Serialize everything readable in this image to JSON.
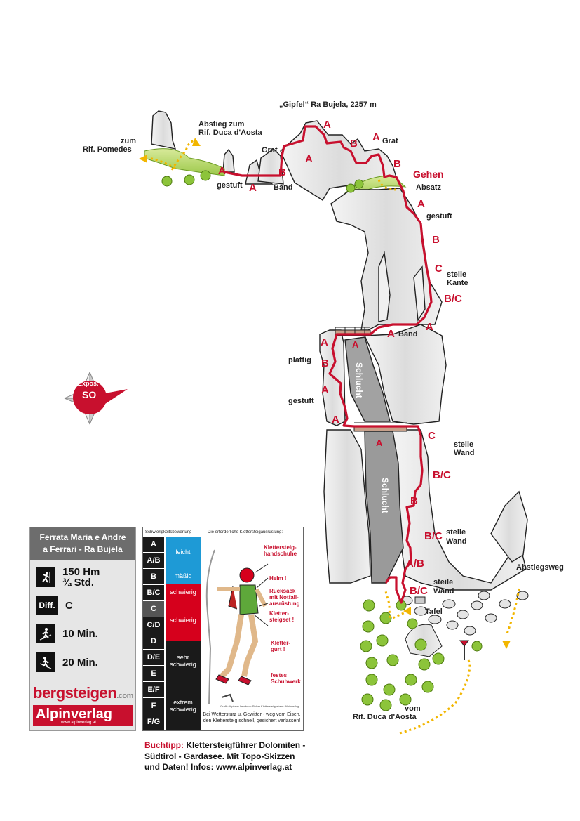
{
  "labels": {
    "gipfel": "„Gipfel“ Ra Bujela, 2257 m",
    "abstieg_top": "Abstieg zum",
    "abstieg_top2": "Rif. Duca d'Aosta",
    "zum": "zum",
    "pomedes": "Rif. Pomedes",
    "grat1": "Grat",
    "grat2": "Grat",
    "gestuft1": "gestuft",
    "band1": "Band",
    "gehen": "Gehen",
    "absatz": "Absatz",
    "gestuft2": "gestuft",
    "steile": "steile",
    "kante": "Kante",
    "band2": "Band",
    "plattig": "plattig",
    "gestuft3": "gestuft",
    "steile_wand1": "steile",
    "wand1": "Wand",
    "steile_wand2": "steile",
    "wand2": "Wand",
    "steile_wand3": "steile",
    "wand3": "Wand",
    "schlucht1": "Schlucht",
    "schlucht2": "Schlucht",
    "tafel": "Tafel",
    "abstiegsweg": "Abstiegsweg",
    "vom": "vom",
    "vom_rif": "Rif. Duca d'Aosta",
    "expos": "Expos.",
    "so": "SO"
  },
  "grades": {
    "g1": "A",
    "g2": "A",
    "g3": "B",
    "g4": "A",
    "g5": "B",
    "g6": "A",
    "g7": "B",
    "g8": "A",
    "g9": "B",
    "g10": "C",
    "g11": "B/C",
    "g12": "A",
    "g13": "A",
    "g14": "A",
    "g15": "A",
    "g16": "B",
    "g17": "A",
    "g18": "A",
    "g19": "A",
    "g20": "C",
    "g21": "B/C",
    "g22": "B",
    "g23": "B/C",
    "g24": "A/B",
    "g25": "B/C"
  },
  "info": {
    "title1": "Ferrata Maria e Andre",
    "title2": "a Ferrari - Ra Bujela",
    "hm": "150 Hm",
    "std": "¾ Std.",
    "diff_label": "Diff.",
    "diff": "C",
    "approach": "10 Min.",
    "descent": "20 Min.",
    "brand": "bergsteigen",
    "brand_com": ".com",
    "publisher": "Alpinverlag",
    "publisher_url": "www.alpinverlag.at"
  },
  "difficulty": {
    "header_left": "Schwierigkeitsbewertung",
    "header_right": "Die erforderliche Klettersteigausrüstung:",
    "grades": [
      "A",
      "A/B",
      "B",
      "B/C",
      "C",
      "C/D",
      "D",
      "D/E",
      "E",
      "E/F",
      "F",
      "F/G"
    ],
    "levels": [
      "leicht",
      "mäßig",
      "schwierig",
      "schwierig",
      "sehr schwierig",
      "extrem schwierig"
    ],
    "equipment": {
      "e1a": "Klettersteig-",
      "e1b": "handschuhe",
      "e2": "Helm !",
      "e3a": "Rucksack",
      "e3b": "mit Notfall-",
      "e3c": "ausrüstung",
      "e4a": "Kletter-",
      "e4b": "steigset !",
      "e5a": "Kletter-",
      "e5b": "gurt !",
      "e6a": "festes",
      "e6b": "Schuhwerk"
    },
    "warning1": "Bei Wettersturz u. Gewitter - weg vom Eisen,",
    "warning2": "den Klettersteig schnell, gesichert verlassen!",
    "credit": "Grafik: Alpinwo Lehrbuch Sicher Klettersteiggehen · Alpinverlag"
  },
  "buchtipp": {
    "label": "Buchtipp:",
    "line1": "Klettersteigführer Dolomiten -",
    "line2": "Südtirol - Gardasee. Mit Topo-Skizzen",
    "line3": "und Daten!  Infos: www.alpinverlag.at"
  },
  "colors": {
    "route": "#c8102e",
    "rock": "#e8e8e8",
    "gully": "#9a9a9a",
    "trail": "#f2b600",
    "leicht": "#1e9ad6",
    "schwierig": "#d6001c"
  }
}
